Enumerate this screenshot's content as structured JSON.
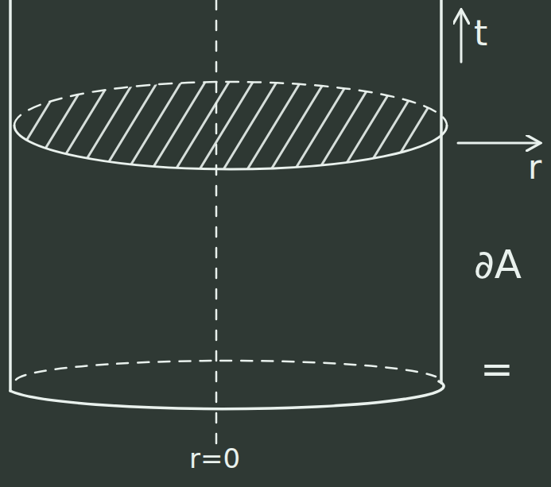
{
  "diagram": {
    "labels": [
      "t",
      "r",
      "r=0",
      "∂A",
      "="
    ]
  }
}
